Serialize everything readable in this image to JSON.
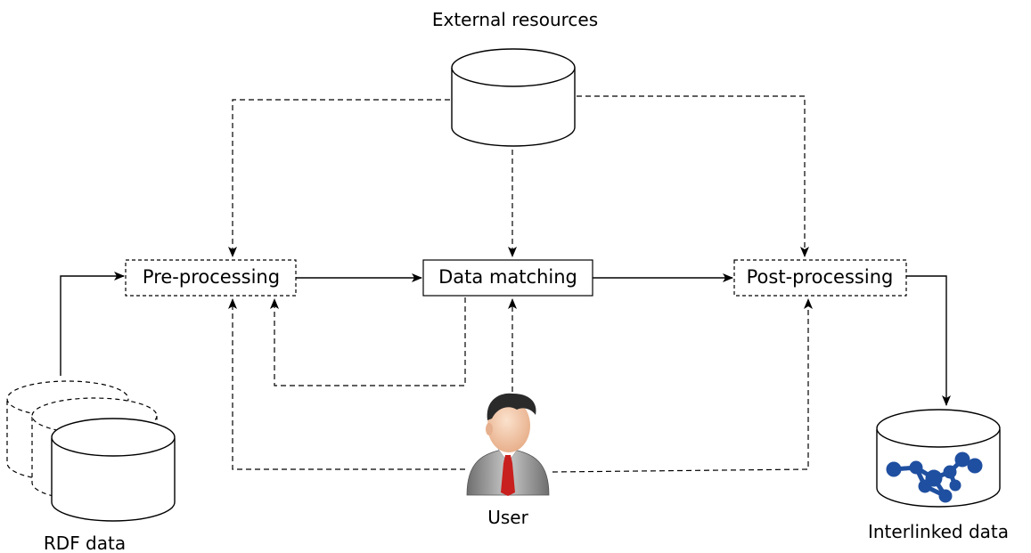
{
  "nodes": {
    "external_resources": {
      "label": "External resources"
    },
    "pre_processing": {
      "label": "Pre-processing"
    },
    "data_matching": {
      "label": "Data matching"
    },
    "post_processing": {
      "label": "Post-processing"
    },
    "rdf_data": {
      "label": "RDF data"
    },
    "user": {
      "label": "User"
    },
    "interlinked_data": {
      "label": "Interlinked data"
    }
  },
  "icons": {
    "user": "user-avatar-icon",
    "graph": "network-graph-icon",
    "database": "database-cylinder-icon"
  },
  "colors": {
    "graph_blue": "#1f4fa0",
    "tie_red": "#c8201e",
    "suit_grey": "#8a8a8a",
    "hair": "#2a2a2a",
    "skin": "#f2c7a6"
  }
}
